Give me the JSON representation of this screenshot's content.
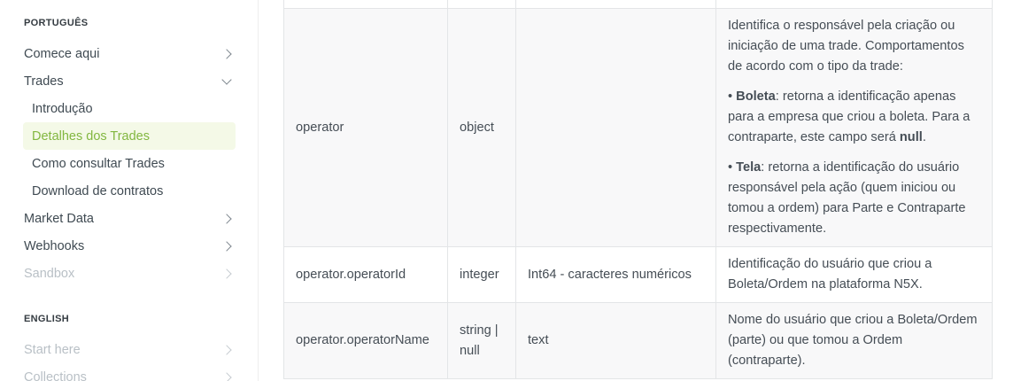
{
  "sidebar": {
    "sections": [
      {
        "header": "PORTUGUÊS",
        "items": [
          {
            "label": "Comece aqui",
            "chevron": "right",
            "state": "normal",
            "sub": false
          },
          {
            "label": "Trades",
            "chevron": "down",
            "state": "normal",
            "sub": false
          },
          {
            "label": "Introdução",
            "chevron": "none",
            "state": "normal",
            "sub": true
          },
          {
            "label": "Detalhes dos Trades",
            "chevron": "none",
            "state": "selected",
            "sub": true
          },
          {
            "label": "Como consultar Trades",
            "chevron": "none",
            "state": "normal",
            "sub": true
          },
          {
            "label": "Download de contratos",
            "chevron": "none",
            "state": "normal",
            "sub": true
          },
          {
            "label": "Market Data",
            "chevron": "right",
            "state": "normal",
            "sub": false
          },
          {
            "label": "Webhooks",
            "chevron": "right",
            "state": "normal",
            "sub": false
          },
          {
            "label": "Sandbox",
            "chevron": "right",
            "state": "muted",
            "sub": false
          }
        ]
      },
      {
        "header": "ENGLISH",
        "items": [
          {
            "label": "Start here",
            "chevron": "right",
            "state": "muted",
            "sub": false
          },
          {
            "label": "Collections",
            "chevron": "right",
            "state": "muted",
            "sub": false
          }
        ]
      }
    ]
  },
  "table": {
    "rows": [
      {
        "name": "operator",
        "type": "object",
        "format": "",
        "description": [
          [
            {
              "t": "Identifica o responsável pela criação ou iniciação de uma trade. Comportamentos de acordo com o tipo da trade:"
            }
          ],
          [
            {
              "t": "• "
            },
            {
              "t": "Boleta",
              "b": true
            },
            {
              "t": ": retorna a identificação apenas para a empresa que criou a boleta. Para a contraparte, este campo será "
            },
            {
              "t": "null",
              "b": true
            },
            {
              "t": "."
            }
          ],
          [
            {
              "t": "• "
            },
            {
              "t": "Tela",
              "b": true
            },
            {
              "t": ": retorna a identificação do usuário responsável pela ação (quem iniciou ou tomou a ordem) para Parte e Contraparte respectivamente."
            }
          ]
        ]
      },
      {
        "name": "operator.operatorId",
        "type": "integer",
        "format": "Int64 - caracteres numéricos",
        "description": [
          [
            {
              "t": "Identificação do usuário que criou a Boleta/Ordem na plataforma N5X."
            }
          ]
        ]
      },
      {
        "name": "operator.operatorName",
        "type": "string | null",
        "format": "text",
        "description": [
          [
            {
              "t": "Nome do usuário que criou a Boleta/Ordem (parte) ou que tomou a Ordem (contraparte)."
            }
          ]
        ]
      }
    ]
  },
  "colors": {
    "accent_green": "#82b740",
    "selected_bg": "#f4f9e7",
    "zebra_bg": "#f8f8f9",
    "table_border": "#e3e5e7",
    "muted_text": "#b9c0c6",
    "sidebar_text": "#3f4a52"
  }
}
